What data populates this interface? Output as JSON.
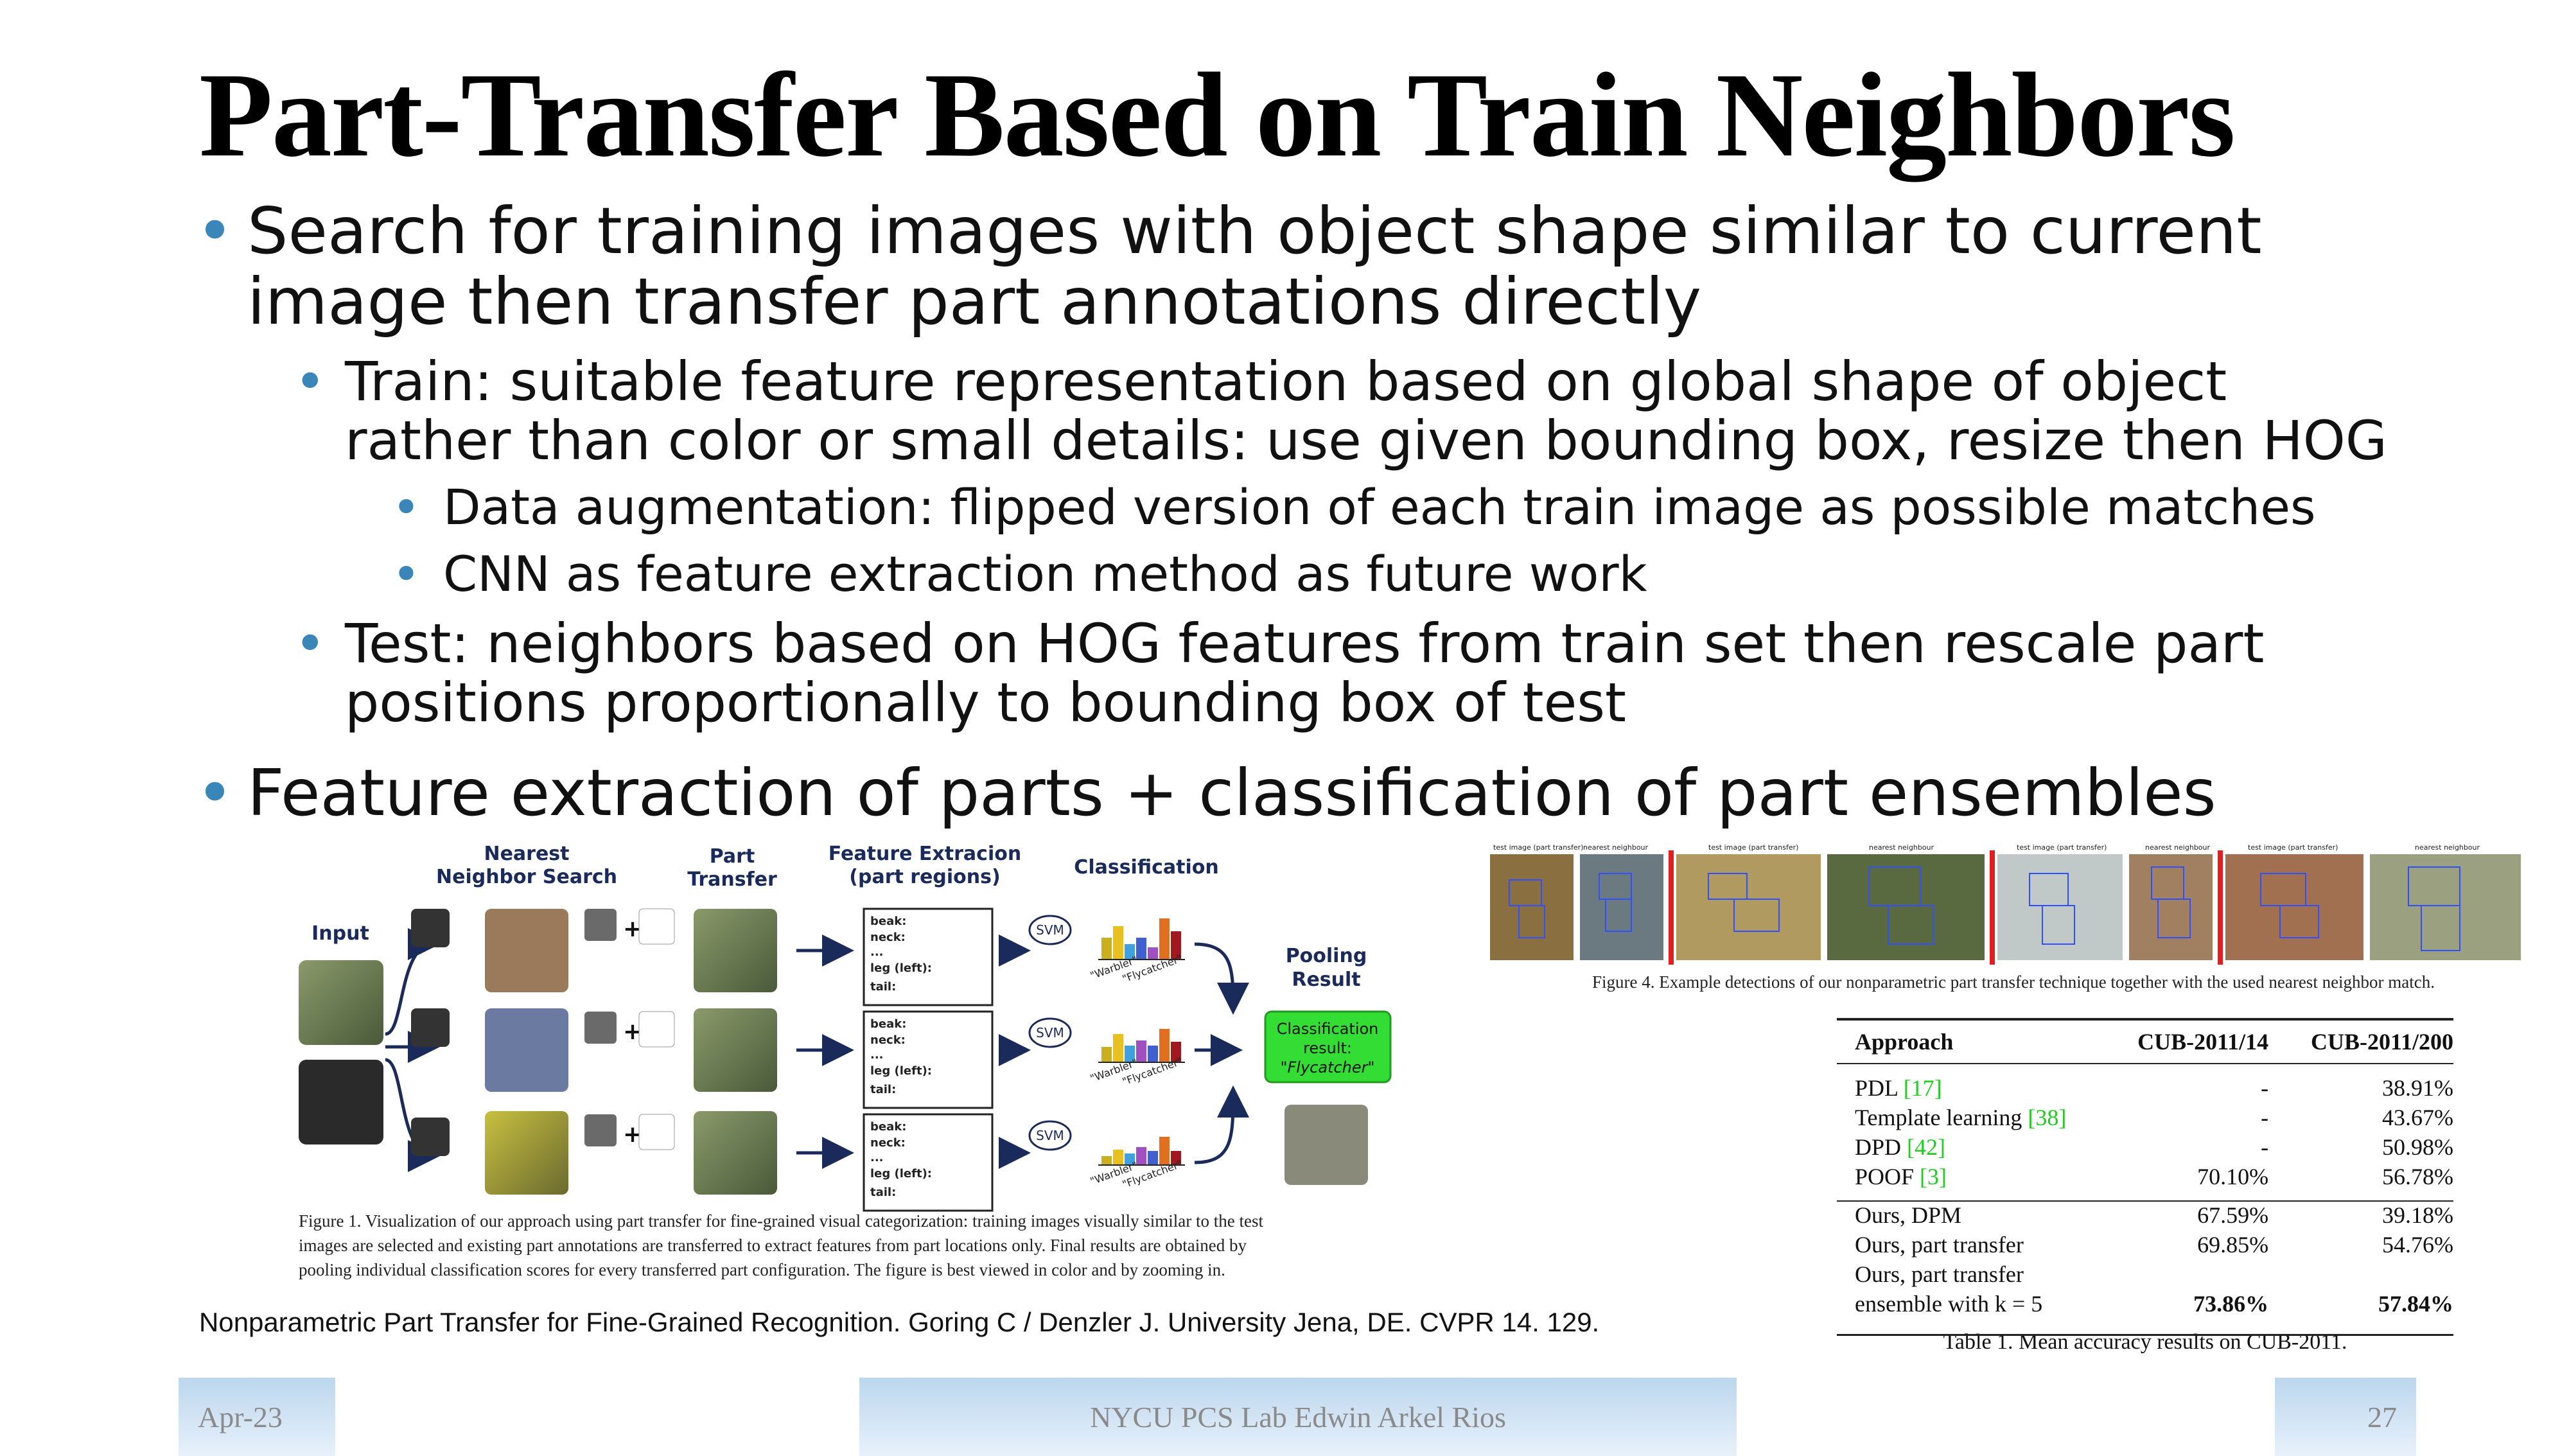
{
  "slide": {
    "title": "Part-Transfer Based on Train Neighbors",
    "bullets": [
      {
        "level": 1,
        "lines": [
          "Search for training images with object shape similar to current",
          "image then transfer part annotations directly"
        ]
      },
      {
        "level": 2,
        "lines": [
          "Train: suitable feature representation based on global shape of object",
          "rather than color or small details: use given bounding box, resize then HOG"
        ]
      },
      {
        "level": 3,
        "lines": [
          "Data augmentation: flipped version of each train image as possible matches"
        ]
      },
      {
        "level": 3,
        "lines": [
          "CNN as feature extraction method as future work"
        ]
      },
      {
        "level": 2,
        "lines": [
          "Test: neighbors based on HOG features from train set then rescale part",
          "positions proportionally to bounding box of test"
        ]
      },
      {
        "level": 1,
        "lines": [
          "Feature extraction of parts + classification of part ensembles"
        ]
      }
    ],
    "bullet_color": "#3a86b8"
  },
  "figure1": {
    "headers": {
      "nearest": [
        "Nearest",
        "Neighbor Search"
      ],
      "part": [
        "Part",
        "Transfer"
      ],
      "feature": [
        "Feature Extracion",
        "(part regions)"
      ],
      "classification": "Classification",
      "input": "Input",
      "pooling": [
        "Pooling",
        "Result"
      ]
    },
    "part_labels": [
      "beak:",
      "neck:",
      "...",
      "leg (left):",
      "tail:"
    ],
    "svm": "SVM",
    "bar_labels": [
      "\"Warbler\"",
      "\"Flycatcher\""
    ],
    "result_box": [
      "Classification",
      "result:",
      "\"Flycatcher\""
    ],
    "result_color": "#33dd33",
    "caption": [
      "Figure 1. Visualization of our approach using part transfer for fine-grained visual categorization: training images visually similar to the test",
      "images are selected and existing part annotations are transferred to extract features from part locations only. Final results are obtained by",
      "pooling individual classification scores for every transferred part configuration. The figure is best viewed in color and by zooming in."
    ]
  },
  "figure4": {
    "thumb_labels": [
      "test image (part transfer)",
      "nearest neighbour",
      "test image (part transfer)",
      "nearest neighbour",
      "test image (part transfer)",
      "nearest neighbour",
      "test image (part transfer)",
      "nearest neighbour"
    ],
    "caption": "Figure 4. Example detections of our nonparametric part transfer technique together with the used nearest neighbor match."
  },
  "table": {
    "header": [
      "Approach",
      "CUB-2011/14",
      "CUB-2011/200"
    ],
    "group1": [
      {
        "name": "PDL",
        "ref": "[17]",
        "a": "-",
        "b": "38.91%"
      },
      {
        "name": "Template learning",
        "ref": "[38]",
        "a": "-",
        "b": "43.67%"
      },
      {
        "name": "DPD",
        "ref": "[42]",
        "a": "-",
        "b": "50.98%"
      },
      {
        "name": "POOF",
        "ref": "[3]",
        "a": "70.10%",
        "b": "56.78%"
      }
    ],
    "group2": [
      {
        "name": "Ours, DPM",
        "a": "67.59%",
        "b": "39.18%"
      },
      {
        "name": "Ours, part transfer",
        "a": "69.85%",
        "b": "54.76%"
      },
      {
        "name": "Ours, part transfer",
        "a": "",
        "b": ""
      },
      {
        "name": "ensemble with k = 5",
        "a": "73.86%",
        "b": "57.84%"
      }
    ],
    "caption": "Table 1. Mean accuracy results on CUB-2011.",
    "ref_color": "#22cc22"
  },
  "citation": "Nonparametric Part Transfer for Fine-Grained Recognition. Goring C / Denzler J. University Jena, DE. CVPR 14. 129.",
  "footer": {
    "date": "Apr-23",
    "center": "NYCU PCS Lab Edwin Arkel Rios",
    "page": "27"
  }
}
